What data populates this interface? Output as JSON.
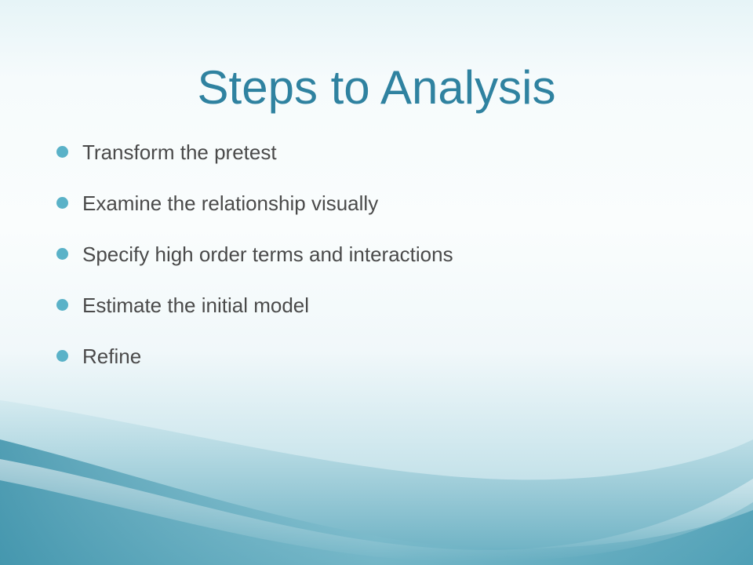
{
  "slide": {
    "title": "Steps to Analysis",
    "bullets": [
      "Transform the pretest",
      "Examine the relationship visually",
      "Specify high order terms and interactions",
      "Estimate the initial model",
      "Refine"
    ]
  },
  "colors": {
    "title": "#2f82a0",
    "bullet_dot": "#5ab2c8",
    "body_text": "#4a4a4a",
    "wave_dark": "#5ea9bd",
    "wave_light": "#bfe0e8"
  }
}
